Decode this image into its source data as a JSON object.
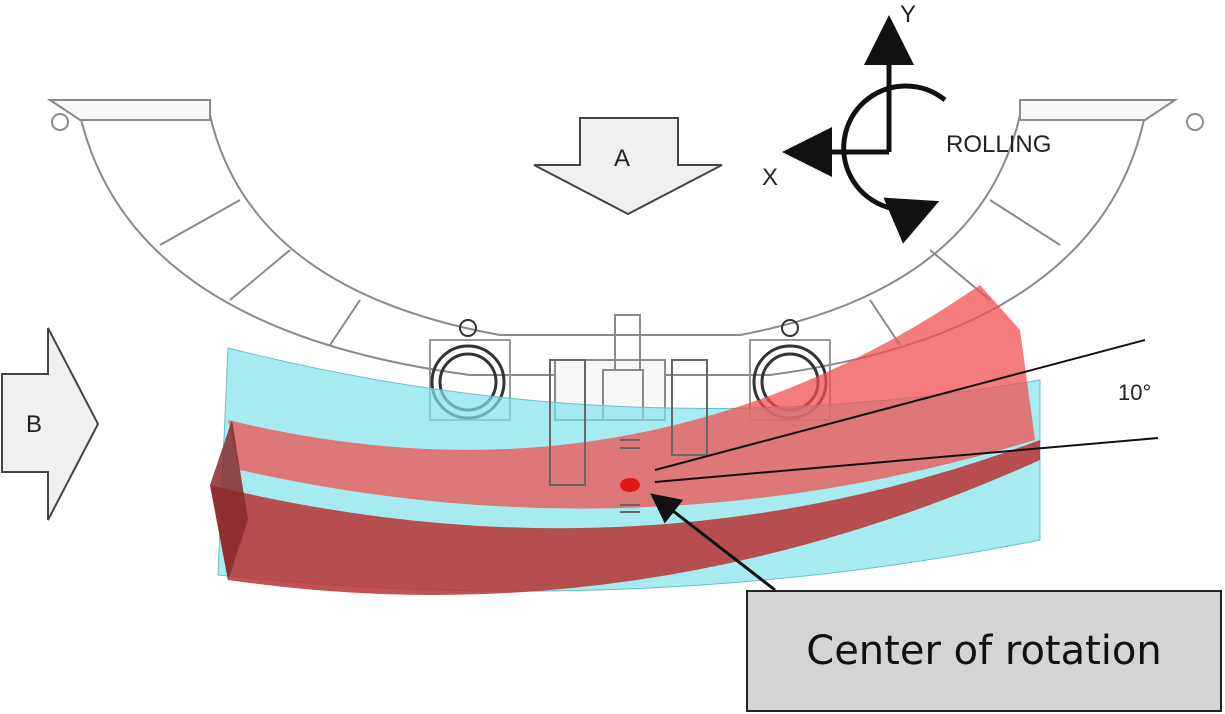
{
  "labels": {
    "arrow_a": "A",
    "arrow_b": "B",
    "axis_y": "Y",
    "axis_x": "X",
    "rolling": "ROLLING",
    "angle": "10°",
    "callout": "Center of rotation"
  },
  "colors": {
    "frame_stroke": "#8a8a8a",
    "frame_fill": "#f7f7f7",
    "cyan_block": "#7fe3e8",
    "red_block": "#e84a4a",
    "dark_red_block": "#b83232",
    "center_marker": "#e01818",
    "callout_fill": "#d4d4d4",
    "arrow_fill": "#f0f0f0"
  },
  "rotation_angle_degrees": 10
}
